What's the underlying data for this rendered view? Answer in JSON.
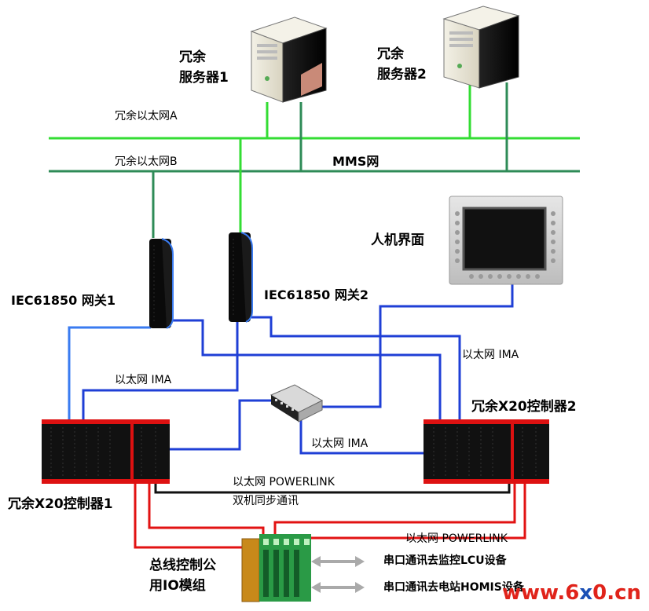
{
  "servers": {
    "server1": {
      "label": "冗余\n服务器1"
    },
    "server2": {
      "label": "冗余\n服务器2"
    }
  },
  "networks": {
    "eth_a": "冗余以太网A",
    "eth_b": "冗余以太网B",
    "mms": "MMS网"
  },
  "hmi": {
    "label": "人机界面"
  },
  "gateways": {
    "gw1": "IEC61850 网关1",
    "gw2": "IEC61850 网关2"
  },
  "links": {
    "ima_left": "以太网 IMA",
    "ima_right": "以太网 IMA",
    "ima_center": "以太网 IMA",
    "powerlink_sync_1": "以太网 POWERLINK",
    "powerlink_sync_2": "双机同步通讯",
    "powerlink_io": "以太网 POWERLINK"
  },
  "controllers": {
    "c1": "冗余X20控制器1",
    "c2": "冗余X20控制器2"
  },
  "io_module": {
    "label": "总线控制公\n用IO模组"
  },
  "serial": {
    "lcu": "串口通讯去监控LCU设备",
    "homis": "串口通讯去电站HOMIS设备"
  },
  "watermark": {
    "a": "www.",
    "b": "6",
    "c": "x",
    "d": "0",
    "e": ".cn"
  },
  "colors": {
    "eth_a_line": "#33dd33",
    "eth_b_line": "#2e8b57",
    "ima_line": "#1f3fd6",
    "ima_light": "#3a7bf0",
    "powerlink_red": "#e21212",
    "sync_black": "#111111"
  }
}
